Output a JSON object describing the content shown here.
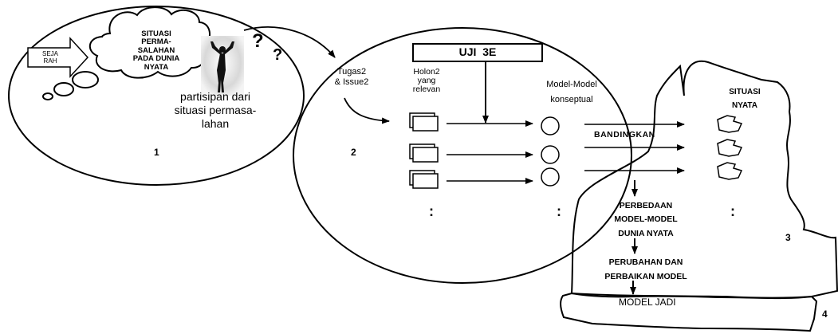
{
  "diagram": {
    "history_arrow": [
      "SEJA",
      "RAH"
    ],
    "cloud_text": [
      "SITUASI",
      "PERMA-",
      "SALAHAN",
      "PADA DUNIA",
      "NYATA"
    ],
    "question_marks": [
      "?",
      "?"
    ],
    "participation_text": [
      "partisipan dari",
      "situasi permasa-",
      "lahan"
    ],
    "stage_numbers": [
      "1",
      "2",
      "3",
      "4"
    ],
    "tasks_issues": [
      "Tugas2",
      "& Issue2"
    ],
    "test_box": "UJI  3E",
    "holons": [
      "Holon2",
      "yang",
      "relevan"
    ],
    "models": [
      "Model-Model",
      "konseptual"
    ],
    "real_situation": [
      "SITUASI",
      "NYATA"
    ],
    "compare": "BANDINGKAN",
    "differences": [
      "PERBEDAAN",
      "MODEL-MODEL",
      "DUNIA NYATA"
    ],
    "change": [
      "PERUBAHAN DAN",
      "PERBAIKAN MODEL"
    ],
    "final_model": "MODEL JADI",
    "ellipsis": ":"
  }
}
